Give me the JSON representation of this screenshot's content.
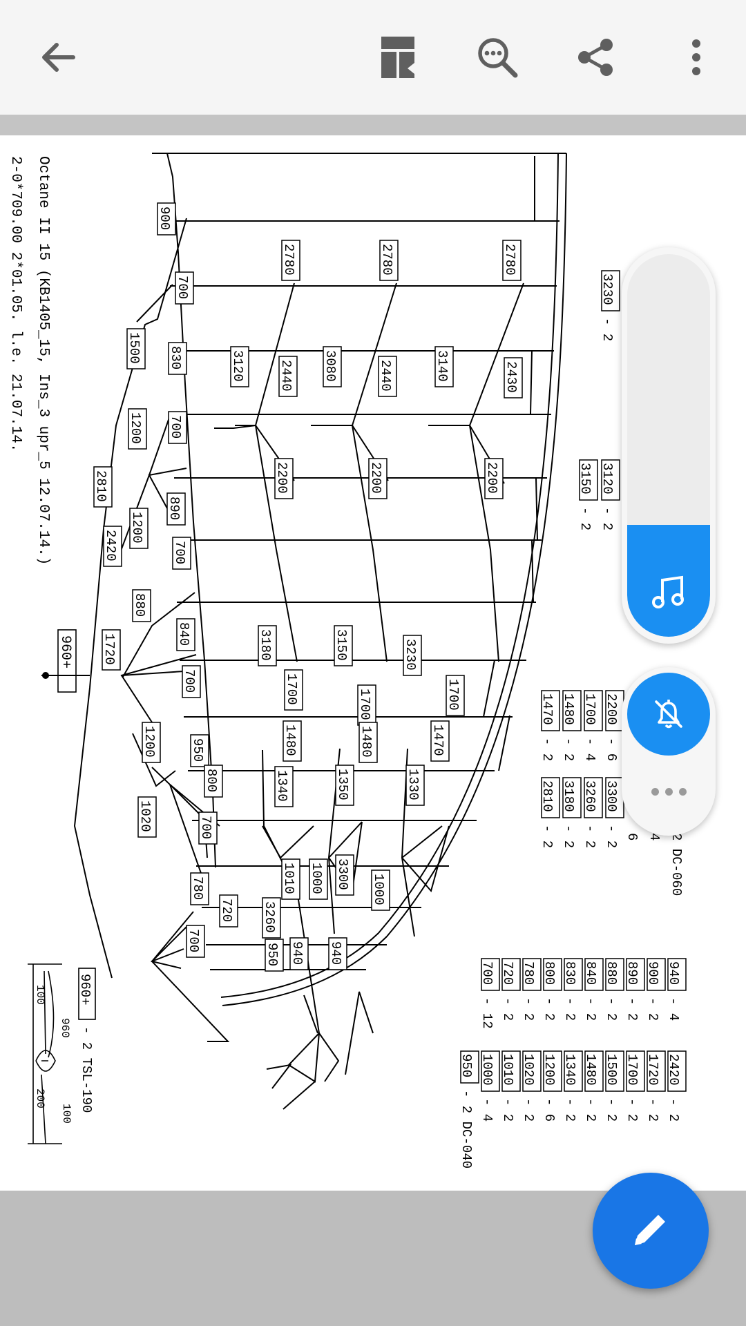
{
  "toolbar": {
    "back_icon": "arrow-back-icon",
    "layout_icon": "page-layout-icon",
    "search_icon": "search-more-icon",
    "share_icon": "share-icon",
    "more_icon": "more-vert-icon"
  },
  "document": {
    "header_line1": "Octane II 15 (KB1405_15, Ins_3 upr_5 12.07.14.)",
    "header_line2": "2-0*709.00 2*01.05.   l.e. 21.07.14.",
    "main_tag": "960+",
    "attach_tag": "960+",
    "attach_qty": "- 2  TSL-190",
    "dim_100a": "100",
    "dim_960": "960",
    "dim_200": "200",
    "dim_100b": "100",
    "line_lengths": [
      {
        "label": "900"
      },
      {
        "label": "700"
      },
      {
        "label": "1500"
      },
      {
        "label": "830"
      },
      {
        "label": "1200"
      },
      {
        "label": "700"
      },
      {
        "label": "2810"
      },
      {
        "label": "890"
      },
      {
        "label": "1200"
      },
      {
        "label": "2420"
      },
      {
        "label": "700"
      },
      {
        "label": "880"
      },
      {
        "label": "840"
      },
      {
        "label": "1720"
      },
      {
        "label": "700"
      },
      {
        "label": "1200"
      },
      {
        "label": "950"
      },
      {
        "label": "800"
      },
      {
        "label": "1020"
      },
      {
        "label": "700"
      },
      {
        "label": "780"
      },
      {
        "label": "720"
      },
      {
        "label": "700"
      },
      {
        "label": "2780"
      },
      {
        "label": "2780"
      },
      {
        "label": "2780"
      },
      {
        "label": "3120"
      },
      {
        "label": "2440"
      },
      {
        "label": "3080"
      },
      {
        "label": "2440"
      },
      {
        "label": "3140"
      },
      {
        "label": "2430"
      },
      {
        "label": "2200"
      },
      {
        "label": "2200"
      },
      {
        "label": "2200"
      },
      {
        "label": "3180"
      },
      {
        "label": "3150"
      },
      {
        "label": "3230"
      },
      {
        "label": "1700"
      },
      {
        "label": "1700"
      },
      {
        "label": "1700"
      },
      {
        "label": "1480"
      },
      {
        "label": "1480"
      },
      {
        "label": "1470"
      },
      {
        "label": "1340"
      },
      {
        "label": "1350"
      },
      {
        "label": "1330"
      },
      {
        "label": "1010"
      },
      {
        "label": "1000"
      },
      {
        "label": "3300"
      },
      {
        "label": "1000"
      },
      {
        "label": "3260"
      },
      {
        "label": "950"
      },
      {
        "label": "940"
      },
      {
        "label": "940"
      }
    ],
    "summary_top": [
      {
        "v": "3230",
        "q": "- 2"
      },
      {
        "v": "3150",
        "q": "- 2"
      },
      {
        "v": "3120",
        "q": "- 2"
      }
    ],
    "summary_mid_a": [
      {
        "v": "2200",
        "q": "- 6"
      },
      {
        "v": "1700",
        "q": "- 4"
      },
      {
        "v": "1480",
        "q": "- 2"
      },
      {
        "v": "1470",
        "q": "- 2"
      }
    ],
    "summary_mid_b": [
      {
        "v": "3300",
        "q": "- 2"
      },
      {
        "v": "3260",
        "q": "- 2"
      },
      {
        "v": "3180",
        "q": "- 2"
      },
      {
        "v": "2810",
        "q": "- 2"
      }
    ],
    "summary_mid_tail": [
      "6",
      "4",
      "2  DC-060"
    ],
    "summary_bottom_a": [
      {
        "v": "940",
        "q": "- 4"
      },
      {
        "v": "900",
        "q": "- 2"
      },
      {
        "v": "890",
        "q": "- 2"
      },
      {
        "v": "880",
        "q": "- 2"
      },
      {
        "v": "840",
        "q": "- 2"
      },
      {
        "v": "830",
        "q": "- 2"
      },
      {
        "v": "800",
        "q": "- 2"
      },
      {
        "v": "780",
        "q": "- 2"
      },
      {
        "v": "720",
        "q": "- 2"
      },
      {
        "v": "700",
        "q": "- 12"
      }
    ],
    "summary_bottom_b": [
      {
        "v": "2420",
        "q": "- 2"
      },
      {
        "v": "1720",
        "q": "- 2"
      },
      {
        "v": "1700",
        "q": "- 2"
      },
      {
        "v": "1500",
        "q": "- 2"
      },
      {
        "v": "1480",
        "q": "- 2"
      },
      {
        "v": "1340",
        "q": "- 2"
      },
      {
        "v": "1200",
        "q": "- 6"
      },
      {
        "v": "1020",
        "q": "- 2"
      },
      {
        "v": "1010",
        "q": "- 2"
      },
      {
        "v": "1000",
        "q": "- 4"
      },
      {
        "v": "950",
        "q": "- 2  DC-040"
      }
    ]
  },
  "volume_panel": {
    "level": 0.22,
    "icon": "music-note-icon",
    "accent": "#1a8ff2"
  },
  "ringer_panel": {
    "icon": "bell-off-icon",
    "more_icon": "more-horiz-icon"
  },
  "fab": {
    "icon": "edit-pencil-icon",
    "color": "#1976e6"
  }
}
